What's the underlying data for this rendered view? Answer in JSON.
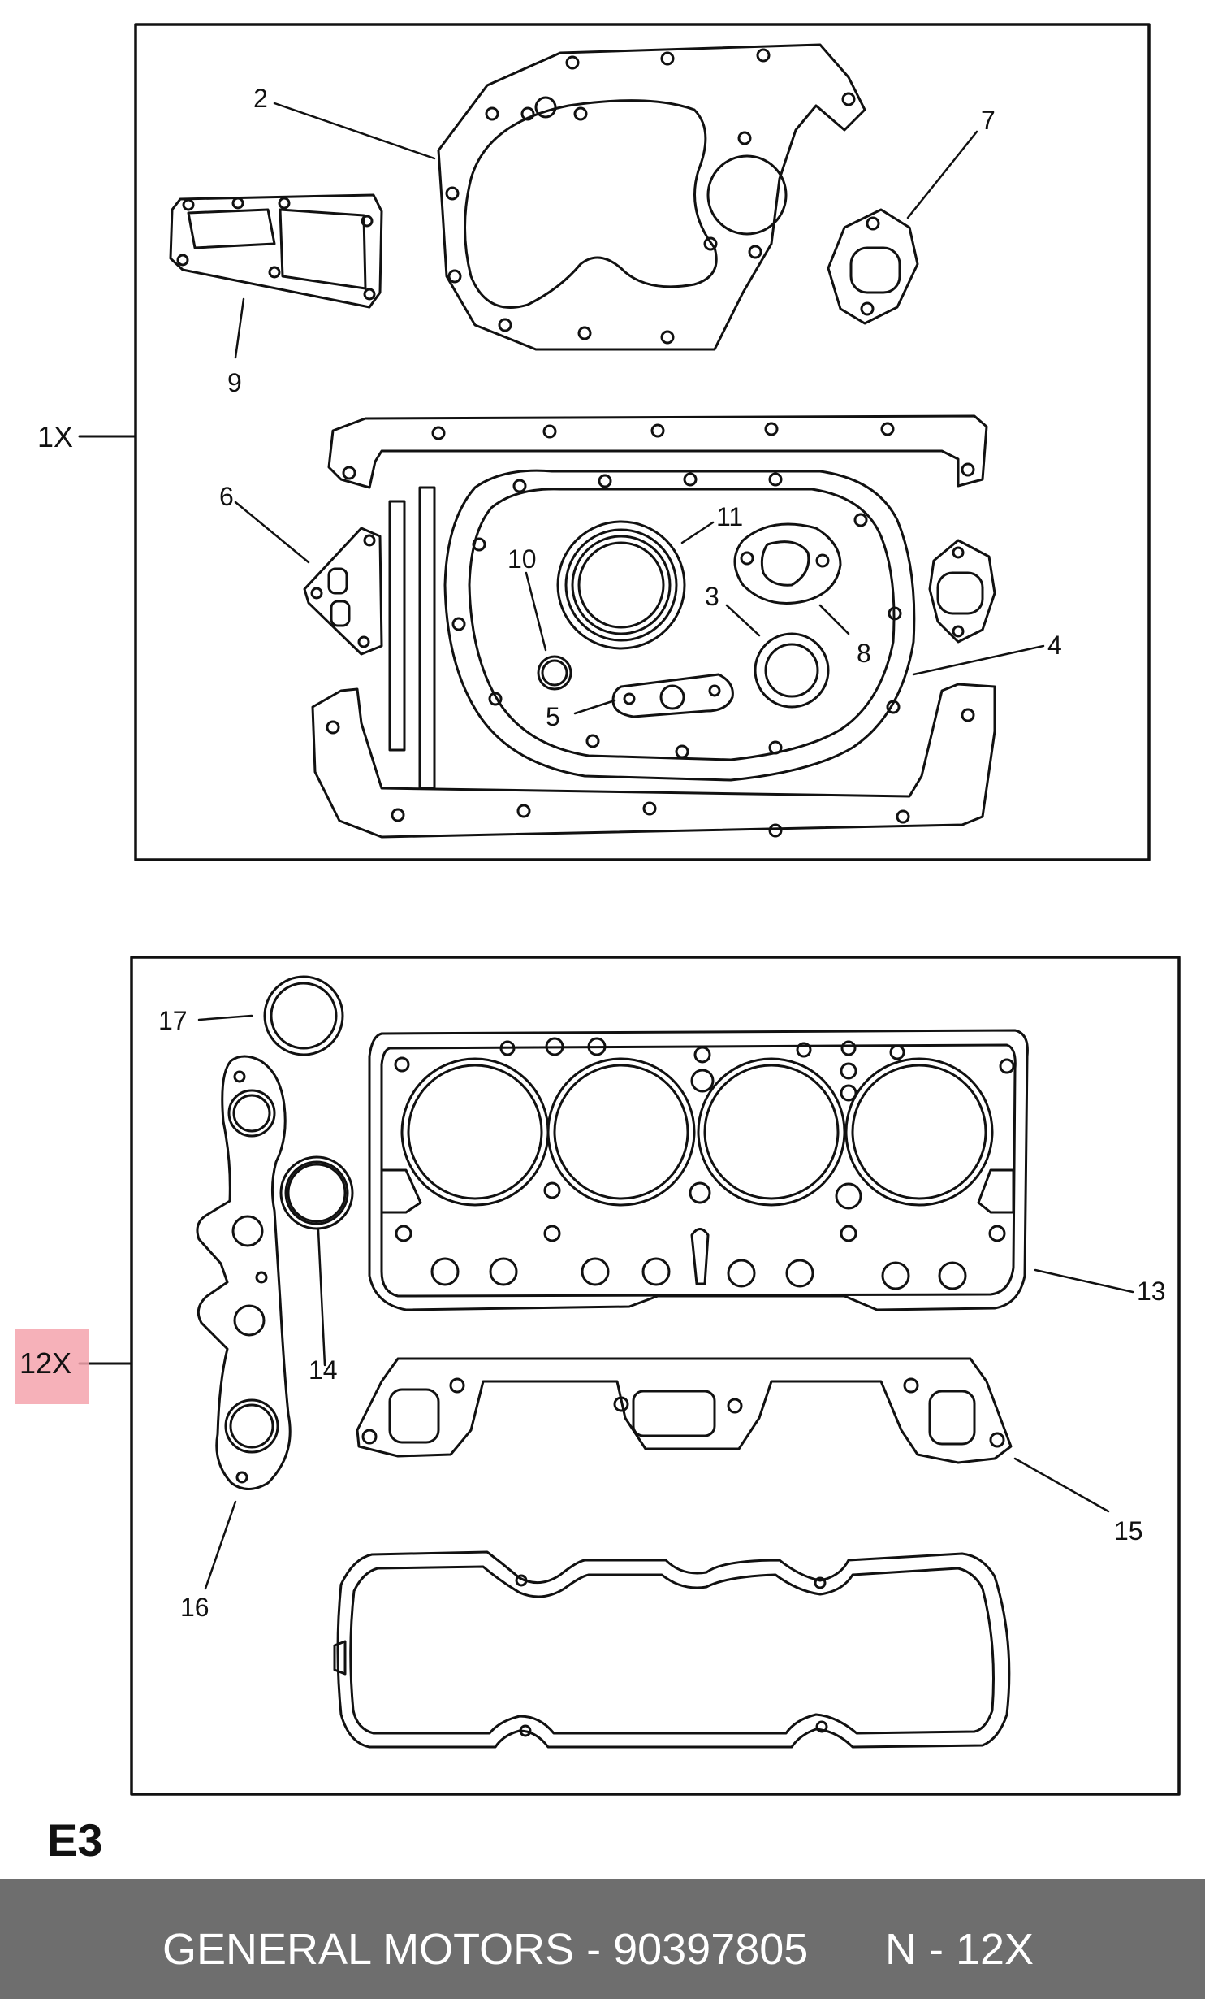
{
  "panels": {
    "upper_qty": "1X",
    "lower_qty": "12X"
  },
  "callouts": {
    "c2": "2",
    "c7": "7",
    "c9": "9",
    "c6": "6",
    "c11": "11",
    "c10": "10",
    "c3": "3",
    "c8": "8",
    "c4": "4",
    "c5": "5",
    "c17": "17",
    "c14": "14",
    "c13": "13",
    "c15": "15",
    "c16": "16"
  },
  "sheet_code": "E3",
  "footer": {
    "brand_part": "GENERAL MOTORS - 90397805",
    "qty": "N - 12X"
  },
  "colors": {
    "line": "#111111",
    "highlight": "#f4a3ad",
    "footer_bg": "#6e6e6e",
    "footer_text": "#ffffff"
  }
}
